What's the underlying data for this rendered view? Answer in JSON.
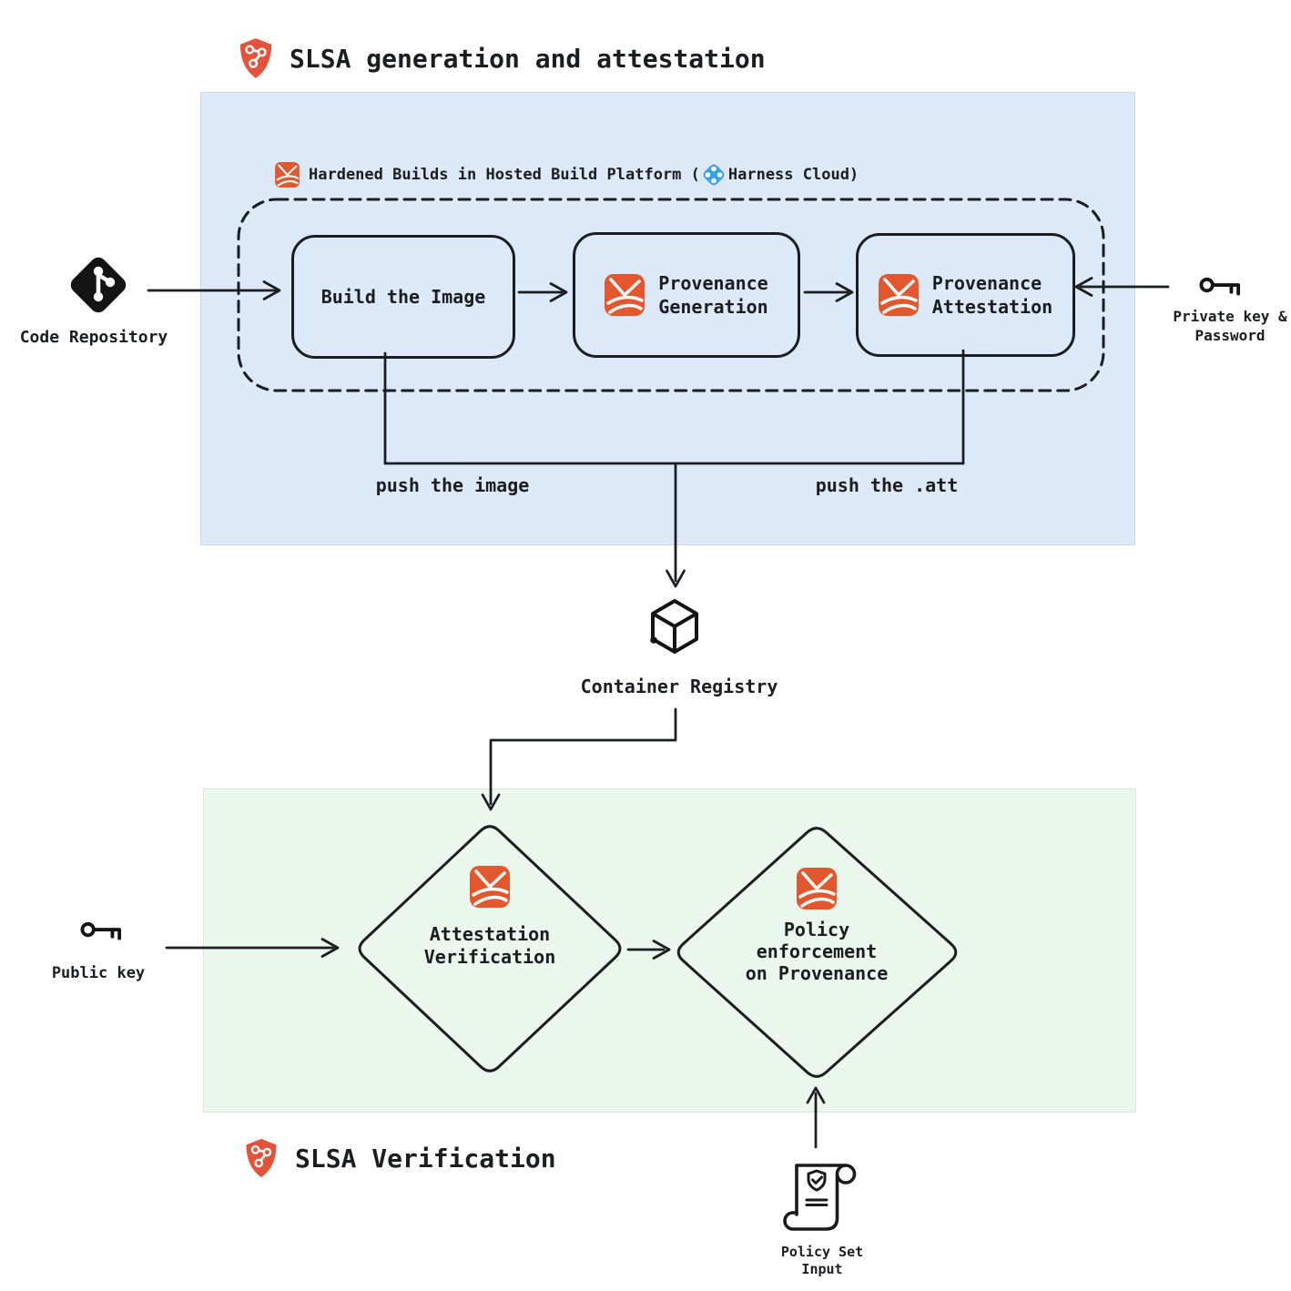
{
  "colors": {
    "panel_blue": "#dbe9f8",
    "panel_green": "#ebf6ec",
    "accent_orange": "#e2572e",
    "slsa_shield_red": "#e1543b",
    "harness_blue": "#36a3e0",
    "line_color": "#1b1d20"
  },
  "generation": {
    "title": "SLSA generation and attestation",
    "platform_label_prefix": "Hardened Builds in Hosted Build Platform (",
    "platform_label_suffix": "Harness Cloud)",
    "build_node": "Build the Image",
    "prov_gen": {
      "line1": "Provenance",
      "line2": "Generation"
    },
    "prov_att": {
      "line1": "Provenance",
      "line2": "Attestation"
    },
    "push_image": "push the image",
    "push_att": "push the .att"
  },
  "io": {
    "code_repository": "Code Repository",
    "private_key": {
      "line1": "Private key &",
      "line2": "Password"
    },
    "public_key": "Public key",
    "policy_set": {
      "line1": "Policy Set",
      "line2": "Input"
    }
  },
  "registry": {
    "label": "Container Registry"
  },
  "verification": {
    "title": "SLSA Verification",
    "attestation": {
      "line1": "Attestation",
      "line2": "Verification"
    },
    "policy": {
      "line1": "Policy",
      "line2": "enforcement",
      "line3": "on Provenance"
    }
  }
}
